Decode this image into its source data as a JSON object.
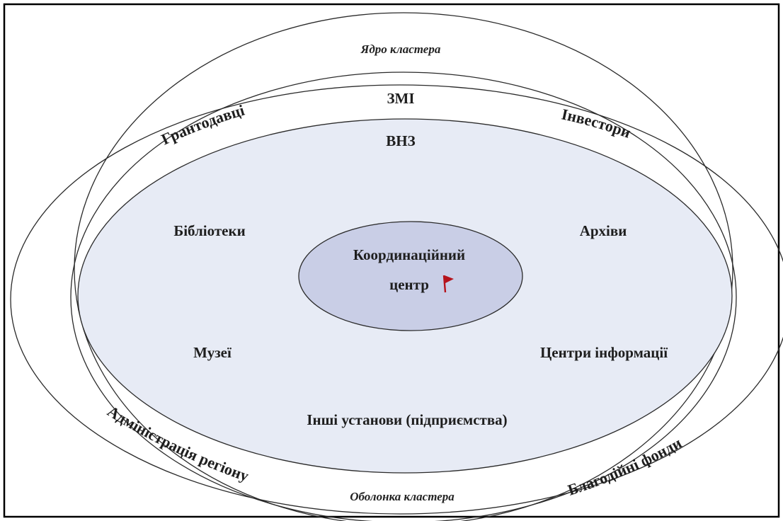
{
  "diagram": {
    "core_label": "Ядро кластера",
    "shell_label": "Оболонка кластера",
    "center": [
      "Координаційний",
      "центр"
    ],
    "top": {
      "zmi": "ЗМІ",
      "vnz": "ВНЗ"
    },
    "arc_labels": {
      "grantors": "Грантодавці",
      "investors": "Інвестори",
      "admin": "Адміністрація регіону",
      "funds": "Благодійні фонди"
    },
    "nodes": {
      "libraries": "Бібліотеки",
      "archives": "Архіви",
      "museums": "Музеї",
      "info_centers": "Центри інформації",
      "other": "Інші установи (підприємства)"
    },
    "colors": {
      "inner_fill": "#e7ebf5",
      "center_fill": "#c9cee6",
      "flag": "#b5121b",
      "frame": "#000000"
    }
  }
}
